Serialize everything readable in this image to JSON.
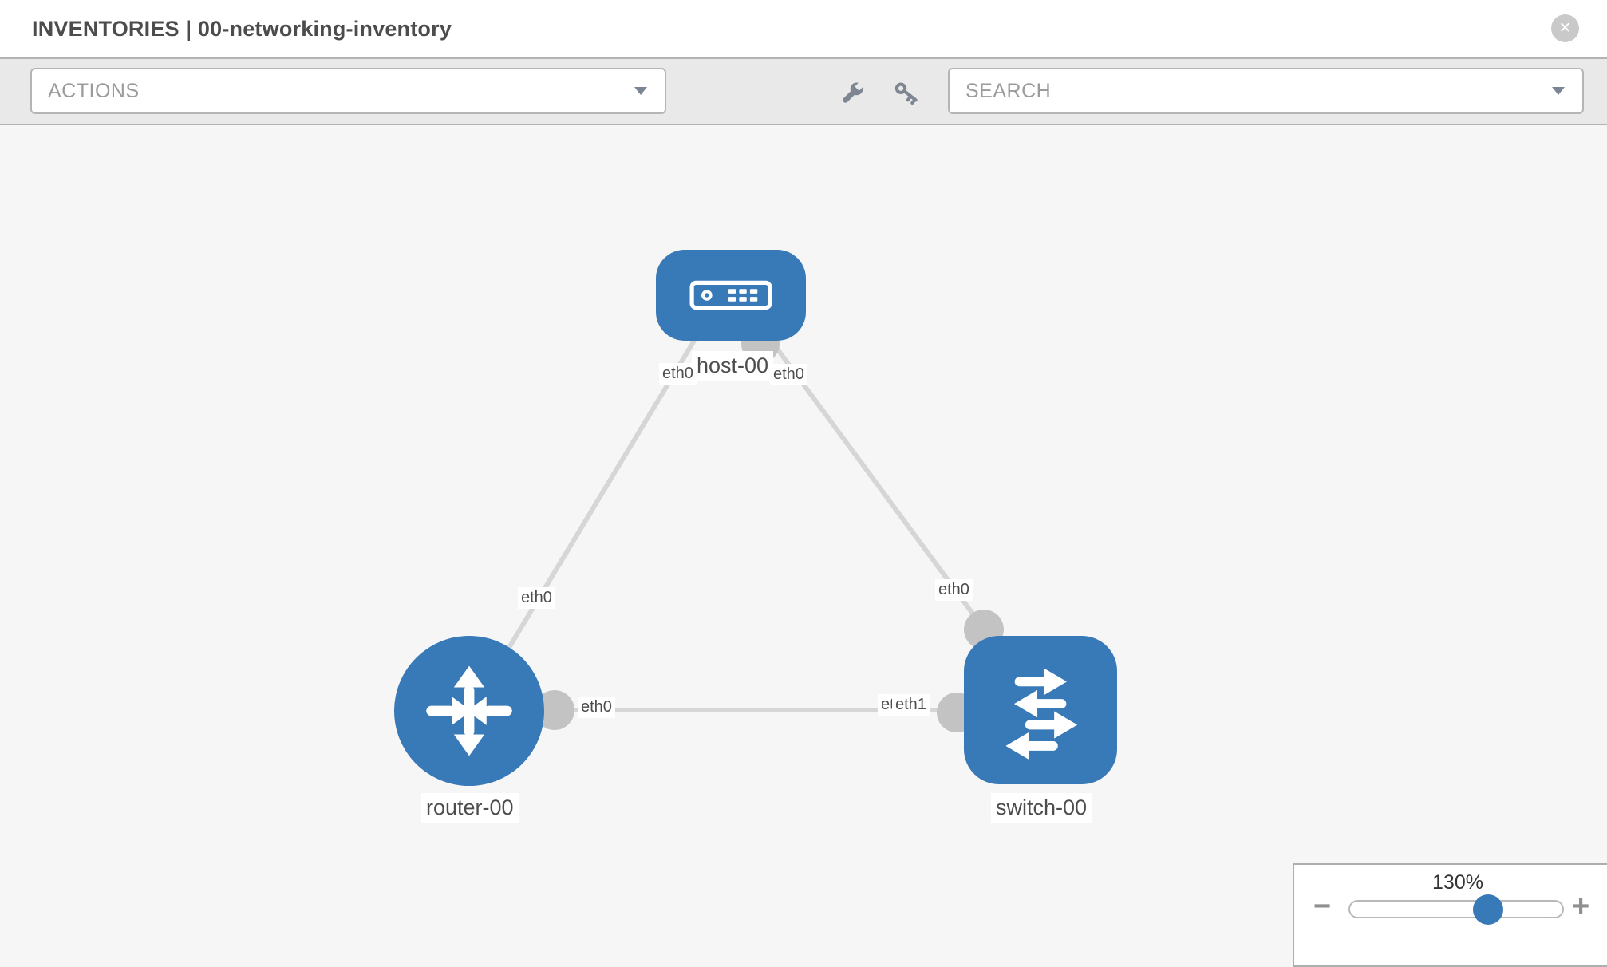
{
  "header": {
    "title": "INVENTORIES | 00-networking-inventory",
    "close_icon": "✕"
  },
  "toolbar": {
    "actions": {
      "label": "ACTIONS"
    },
    "icons": {
      "wrench": "wrench-icon",
      "key": "key-icon"
    },
    "search": {
      "label": "SEARCH"
    }
  },
  "canvas": {
    "nodes": [
      {
        "name": "host-00",
        "type": "host"
      },
      {
        "name": "router-00",
        "type": "router"
      },
      {
        "name": "switch-00",
        "type": "switch"
      }
    ],
    "interface_labels": {
      "host_left": "eth0",
      "host_right": "eth0",
      "host_router_link": "eth0",
      "router_right": "eth0",
      "switch_top": "eth0",
      "switch_left_back": "eth0",
      "switch_left_front": "eth1"
    }
  },
  "zoom_control": {
    "value": "130%",
    "minus_icon": "−",
    "plus_icon": "+"
  },
  "colors": {
    "node_blue": "#3879b7",
    "link_gray": "#d6d6d6",
    "interface_gray": "#c3c3c3",
    "icon_gray": "#7d8691"
  }
}
